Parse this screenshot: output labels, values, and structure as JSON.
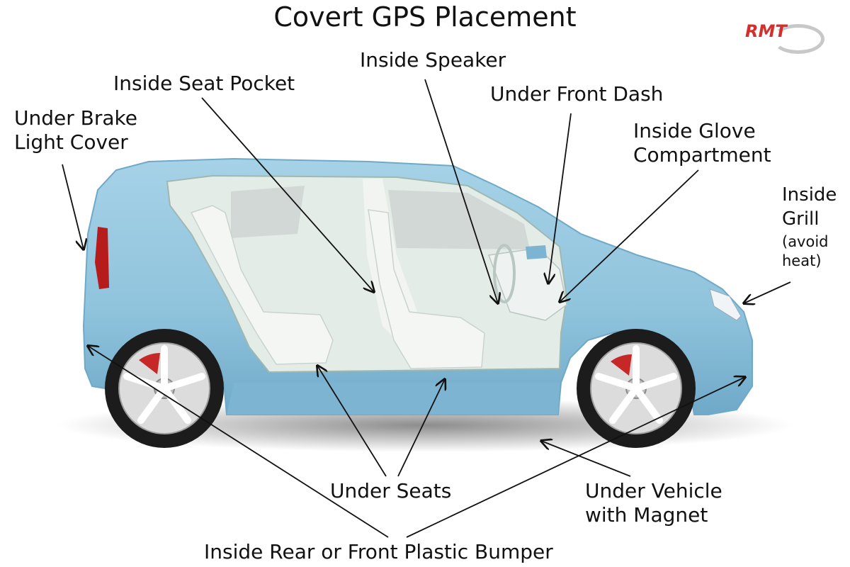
{
  "title": "Covert GPS Placement",
  "logo": {
    "brand": "RMT"
  },
  "labels": {
    "inside_speaker": "Inside Speaker",
    "inside_seat_pocket": "Inside Seat Pocket",
    "under_front_dash": "Under Front Dash",
    "under_brake_light_cover": [
      "Under Brake",
      "Light Cover"
    ],
    "inside_glove_compartment": [
      "Inside Glove",
      "Compartment"
    ],
    "inside_grill": [
      "Inside",
      "Grill"
    ],
    "inside_grill_note": [
      "(avoid",
      "heat)"
    ],
    "under_seats": "Under Seats",
    "under_vehicle_with_magnet": [
      "Under Vehicle",
      "with Magnet"
    ],
    "inside_bumper": "Inside Rear or Front Plastic Bumper"
  },
  "colors": {
    "body": "#8fc3dc",
    "body_dark": "#5f9cbc",
    "interior": "#e4ece8",
    "seat": "#f4f6f4",
    "tire": "#1c1c1c",
    "rim": "#dcdcdc",
    "brake": "#c62828",
    "taillight": "#b71c1c",
    "arrow": "#111111"
  }
}
